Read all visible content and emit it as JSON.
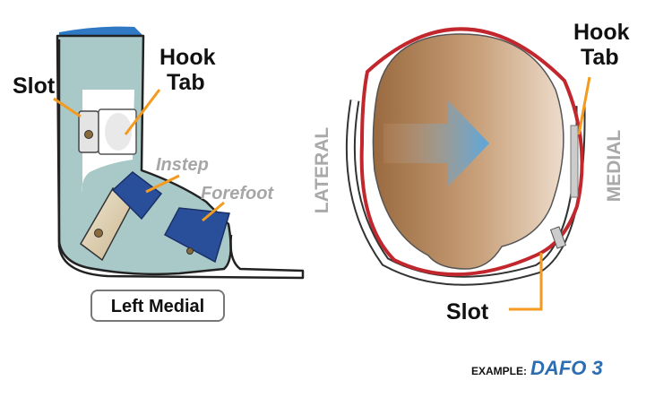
{
  "left_view": {
    "slot_label": "Slot",
    "hook_tab_line1": "Hook",
    "hook_tab_line2": "Tab",
    "instep_label": "Instep",
    "forefoot_label": "Forefoot",
    "view_caption": "Left Medial"
  },
  "right_view": {
    "hook_tab_line1": "Hook",
    "hook_tab_line2": "Tab",
    "lateral_label": "LATERAL",
    "medial_label": "MEDIAL",
    "slot_label": "Slot"
  },
  "example": {
    "prefix": "EXAMPLE:",
    "product": "DAFO 3"
  },
  "colors": {
    "orange_leader": "#f39a1f",
    "shell_teal": "#a9c9c9",
    "strap_blue": "#2a4f9a",
    "red_outline": "#c1272d",
    "dafo_blue": "#2c6db3"
  }
}
